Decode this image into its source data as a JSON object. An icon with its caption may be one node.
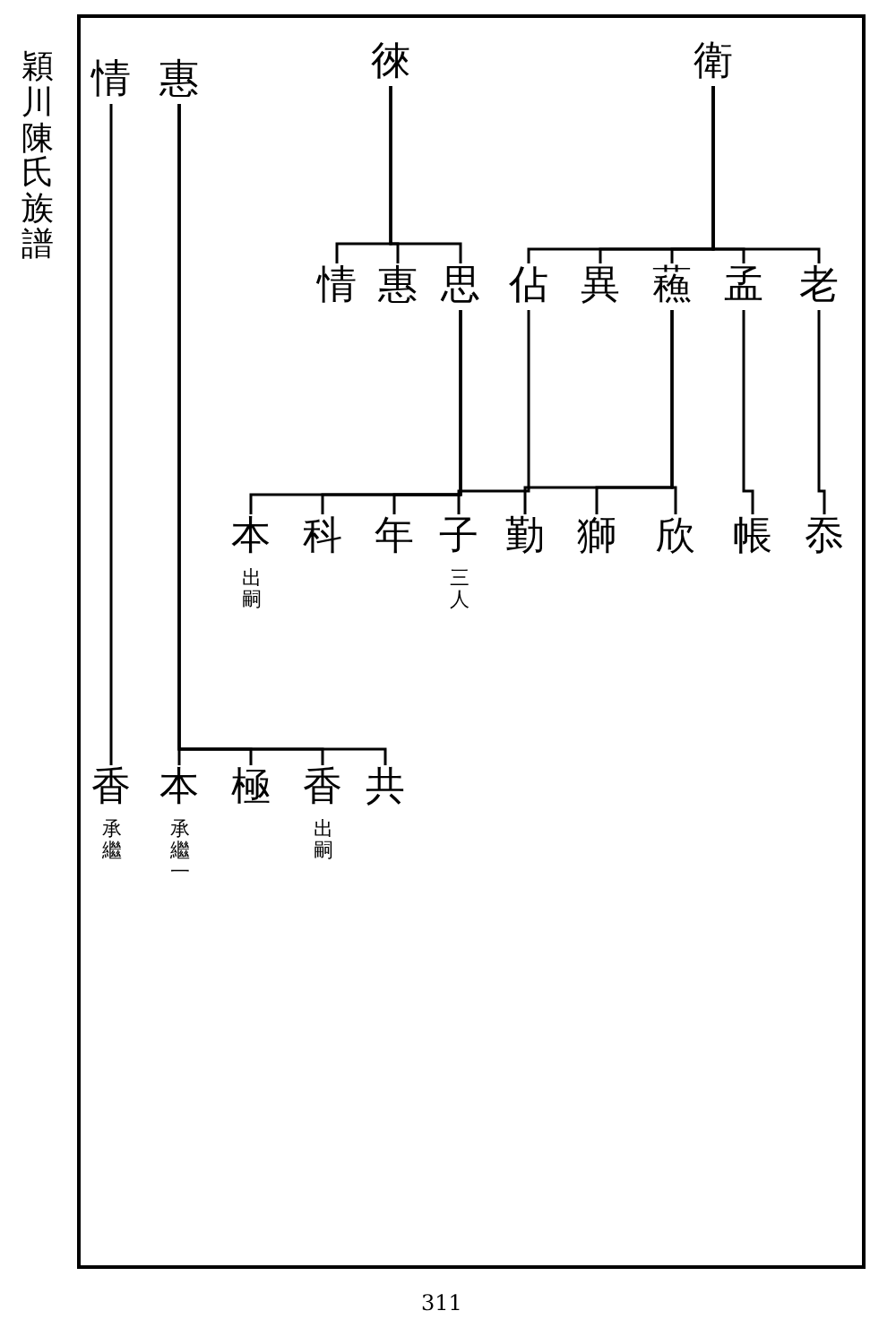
{
  "diagram": {
    "title": "穎川陳氏族譜",
    "nodes": [
      {
        "text": [
          "情"
        ]
      },
      {
        "text": [
          "惠"
        ]
      },
      {
        "text": [
          "徠"
        ]
      },
      {
        "text": [
          "衛"
        ]
      },
      {
        "text": [
          "情"
        ]
      },
      {
        "text": [
          "惠"
        ]
      },
      {
        "text": [
          "思"
        ]
      },
      {
        "text": [
          "佔"
        ]
      },
      {
        "text": [
          "異"
        ]
      },
      {
        "text": [
          "蘓"
        ]
      },
      {
        "text": [
          "孟"
        ]
      },
      {
        "text": [
          "老"
        ]
      },
      {
        "text": [
          "本"
        ],
        "beside": [
          "出嗣"
        ]
      },
      {
        "text": [
          "科"
        ]
      },
      {
        "text": [
          "年"
        ]
      },
      {
        "text": [
          "子"
        ],
        "beside": [
          "三人"
        ]
      },
      {
        "text": [
          "勤"
        ]
      },
      {
        "text": [
          "獅"
        ]
      },
      {
        "text": [
          "欣"
        ]
      },
      {
        "text": [
          "帳"
        ]
      },
      {
        "text": [
          "忝"
        ]
      },
      {
        "text": [
          "香"
        ],
        "beside": [
          "承繼"
        ]
      },
      {
        "text": [
          "本"
        ],
        "beside": [
          "承繼一"
        ]
      },
      {
        "text": [
          "極"
        ]
      },
      {
        "text": [
          "香"
        ],
        "beside": [
          "出嗣"
        ]
      },
      {
        "text": [
          "共"
        ]
      }
    ],
    "edges": [
      {
        "from": 2,
        "to": 4,
        "arrow": "none"
      },
      {
        "from": 2,
        "to": 5,
        "arrow": "none"
      },
      {
        "from": 2,
        "to": 6,
        "arrow": "none"
      },
      {
        "from": 3,
        "to": 7,
        "arrow": "none"
      },
      {
        "from": 3,
        "to": 8,
        "arrow": "none"
      },
      {
        "from": 3,
        "to": 9,
        "arrow": "none"
      },
      {
        "from": 3,
        "to": 10,
        "arrow": "none"
      },
      {
        "from": 3,
        "to": 11,
        "arrow": "none"
      },
      {
        "from": 6,
        "to": 12,
        "arrow": "none"
      },
      {
        "from": 6,
        "to": 13,
        "arrow": "none"
      },
      {
        "from": 6,
        "to": 14,
        "arrow": "none"
      },
      {
        "from": 7,
        "to": 15,
        "arrow": "none"
      },
      {
        "from": 9,
        "to": 16,
        "arrow": "none"
      },
      {
        "from": 9,
        "to": 17,
        "arrow": "none"
      },
      {
        "from": 9,
        "to": 18,
        "arrow": "none"
      },
      {
        "from": 10,
        "to": 19,
        "arrow": "none"
      },
      {
        "from": 11,
        "to": 20,
        "arrow": "none"
      },
      {
        "from": 0,
        "to": 21,
        "arrow": "none"
      },
      {
        "from": 1,
        "to": 22,
        "arrow": "none"
      },
      {
        "from": 1,
        "to": 23,
        "arrow": "none"
      },
      {
        "from": 1,
        "to": 24,
        "arrow": "none"
      },
      {
        "from": 1,
        "to": 25,
        "arrow": "none"
      }
    ],
    "labels": [
      "311"
    ]
  }
}
